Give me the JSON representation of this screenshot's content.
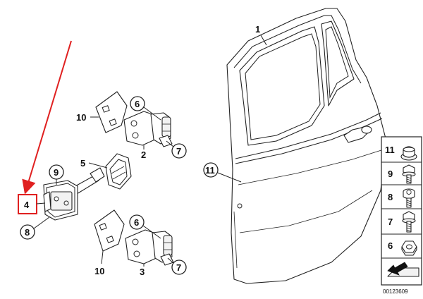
{
  "callouts": {
    "door": "1",
    "upper_hinge": "2",
    "lower_hinge": "3",
    "door_check": "4",
    "insert": "5",
    "upper_hinge_nut": "6",
    "upper_hinge_bolt": "7",
    "lower_hinge_nut": "6",
    "lower_hinge_bolt": "7",
    "check_bolt_lower": "8",
    "check_bolt_upper": "9",
    "upper_shim": "10",
    "lower_shim": "10",
    "door_plug": "11"
  },
  "legend": {
    "items": [
      {
        "label": "11",
        "icon": "grommet-icon"
      },
      {
        "label": "9",
        "icon": "bolt-icon"
      },
      {
        "label": "8",
        "icon": "hex-socket-bolt-icon"
      },
      {
        "label": "7",
        "icon": "bolt-icon"
      },
      {
        "label": "6",
        "icon": "nut-icon"
      }
    ],
    "reference": "00123609"
  },
  "colors": {
    "highlight": "#e02020",
    "ink": "#222222"
  }
}
